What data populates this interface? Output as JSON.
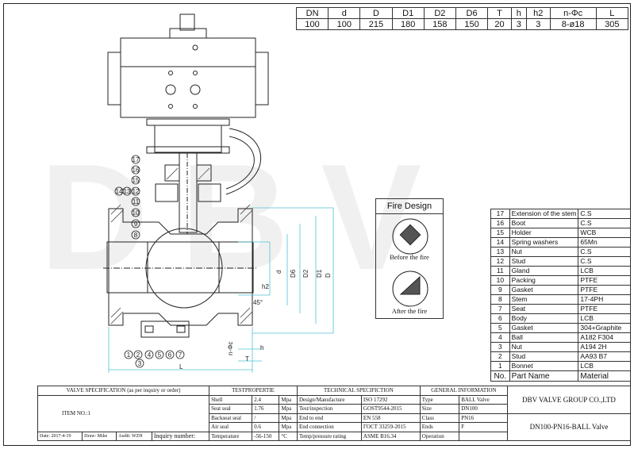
{
  "watermark": "DBV",
  "dims": {
    "headers": [
      "DN",
      "d",
      "D",
      "D1",
      "D2",
      "D6",
      "T",
      "h",
      "h2",
      "n-Φc",
      "L"
    ],
    "values": [
      "100",
      "100",
      "215",
      "180",
      "158",
      "150",
      "20",
      "3",
      "3",
      "8-ø18",
      "305"
    ]
  },
  "fire": {
    "title": "Fire Design",
    "before": "Before the fire",
    "after": "After the fire"
  },
  "callouts": [
    "17",
    "16",
    "15",
    "14",
    "13",
    "12",
    "11",
    "10",
    "9",
    "8"
  ],
  "bottom_callouts": [
    "1",
    "2",
    "3",
    "4",
    "5",
    "6",
    "7"
  ],
  "dim_labels": [
    "d",
    "D6",
    "D2",
    "D1",
    "D",
    "h2",
    "45°",
    "n-Φc",
    "h",
    "T",
    "L"
  ],
  "parts": {
    "rows": [
      {
        "no": "17",
        "name": "Extension of the stem",
        "mat": "C.S"
      },
      {
        "no": "16",
        "name": "Boot",
        "mat": "C.S"
      },
      {
        "no": "15",
        "name": "Holder",
        "mat": "WCB"
      },
      {
        "no": "14",
        "name": "Spring washers",
        "mat": "65Mn"
      },
      {
        "no": "13",
        "name": "Nut",
        "mat": "C.S"
      },
      {
        "no": "12",
        "name": "Stud",
        "mat": "C.S"
      },
      {
        "no": "11",
        "name": "Gland",
        "mat": "LCB"
      },
      {
        "no": "10",
        "name": "Packing",
        "mat": "PTFE"
      },
      {
        "no": "9",
        "name": "Gasket",
        "mat": "PTFE"
      },
      {
        "no": "8",
        "name": "Stem",
        "mat": "17-4PH"
      },
      {
        "no": "7",
        "name": "Seat",
        "mat": "PTFE"
      },
      {
        "no": "6",
        "name": "Body",
        "mat": "LCB"
      },
      {
        "no": "5",
        "name": "Gasket",
        "mat": "304+Graphite"
      },
      {
        "no": "4",
        "name": "Ball",
        "mat": "A182 F304"
      },
      {
        "no": "3",
        "name": "Nut",
        "mat": "A194 2H"
      },
      {
        "no": "2",
        "name": "Stud",
        "mat": "AA93 B7"
      },
      {
        "no": "1",
        "name": "Bonnet",
        "mat": "LCB"
      }
    ],
    "header": {
      "no": "No.",
      "name": "Part Name",
      "mat": "Material"
    }
  },
  "title_block": {
    "valve_spec": "VALVE SPECIFICATION (as per inquiry or order)",
    "item": "ITEM NO.:1",
    "date": "Date: 2017-4-19",
    "draw": "Draw: Mike",
    "audit": "Audit: WZH",
    "inquiry": "Inquiry number:",
    "test_title": "TESTPROPERTIE",
    "tests": [
      {
        "name": "Shell",
        "val": "2.4",
        "unit": "Mpa"
      },
      {
        "name": "Seat seal",
        "val": "1.76",
        "unit": "Mpa"
      },
      {
        "name": "Backseat seal",
        "val": "/",
        "unit": "Mpa"
      },
      {
        "name": "Air seal",
        "val": "0.6",
        "unit": "Mpa"
      },
      {
        "name": "Temperature",
        "val": "-56-150",
        "unit": "°C"
      }
    ],
    "tech_title": "TECHNICAL SPECIFICTION",
    "tech": [
      {
        "name": "Design/Manufacture",
        "val": "ISO 17292"
      },
      {
        "name": "Test/inspection",
        "val": "GOST9544-2015"
      },
      {
        "name": "End to end",
        "val": "EN 558"
      },
      {
        "name": "End connection",
        "val": "ГОСТ 33259-2015"
      },
      {
        "name": "Temp/pressure rating",
        "val": "ASME B16.34"
      }
    ],
    "gen_title": "GENERAL INFORMATION",
    "gen": [
      {
        "name": "Type",
        "val": "BALL Valve"
      },
      {
        "name": "Size",
        "val": "DN100"
      },
      {
        "name": "Class",
        "val": "PN16"
      },
      {
        "name": "Ends",
        "val": "F"
      },
      {
        "name": "Operation",
        "val": ""
      }
    ],
    "company": "DBV VALVE GROUP CO.,LTD",
    "product": "DN100-PN16-BALL Valve"
  }
}
